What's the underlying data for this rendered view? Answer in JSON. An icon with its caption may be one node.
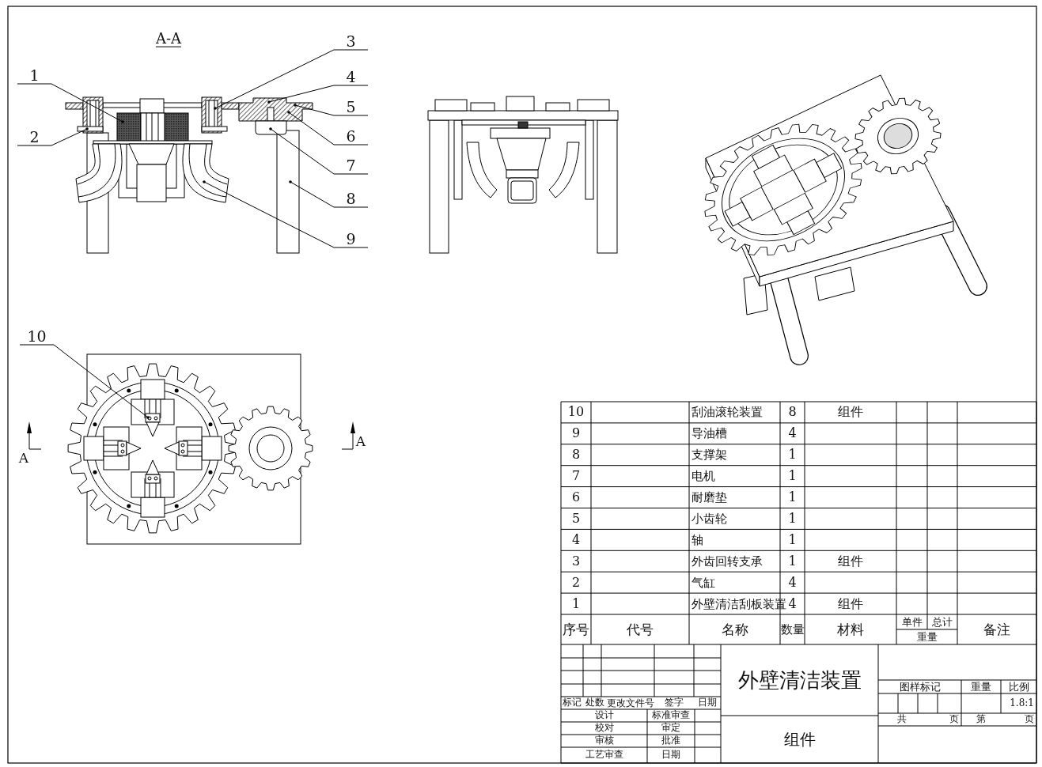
{
  "diagram": {
    "nodes": [
      {
        "text": [
          "1"
        ]
      },
      {
        "text": [
          "2"
        ]
      },
      {
        "text": [
          "3"
        ]
      },
      {
        "text": [
          "4"
        ]
      },
      {
        "text": [
          "5"
        ]
      },
      {
        "text": [
          "6"
        ]
      },
      {
        "text": [
          "7"
        ]
      },
      {
        "text": [
          "8"
        ]
      },
      {
        "text": [
          "9"
        ]
      },
      {
        "text": [
          "10"
        ]
      }
    ],
    "edges": [
      {
        "from": 0,
        "to": null,
        "arrow": "other"
      },
      {
        "from": 1,
        "to": null,
        "arrow": "other"
      },
      {
        "from": 2,
        "to": null,
        "arrow": "other"
      },
      {
        "from": 3,
        "to": null,
        "arrow": "other"
      },
      {
        "from": 4,
        "to": null,
        "arrow": "other"
      },
      {
        "from": 5,
        "to": null,
        "arrow": "other"
      },
      {
        "from": 6,
        "to": null,
        "arrow": "other"
      },
      {
        "from": 7,
        "to": null,
        "arrow": "other"
      },
      {
        "from": 8,
        "to": null,
        "arrow": "other"
      },
      {
        "from": 9,
        "to": null,
        "arrow": "other"
      }
    ],
    "labels": [
      "A-A",
      "A",
      "A",
      "10",
      "刮油滚轮装置",
      "8",
      "组件",
      "9",
      "导油槽",
      "4",
      "8",
      "支撑架",
      "1",
      "7",
      "电机",
      "1",
      "6",
      "耐磨垫",
      "1",
      "5",
      "小齿轮",
      "1",
      "4",
      "轴",
      "1",
      "3",
      "外齿回转支承",
      "1",
      "组件",
      "2",
      "气缸",
      "4",
      "1",
      "外壁清洁刮板装置",
      "4",
      "组件",
      "序号",
      "代号",
      "名称",
      "数量",
      "材料",
      "单件",
      "总计",
      "重量",
      "备注",
      "外壁清洁装置",
      "图样标记",
      "重量",
      "比例",
      "标记",
      "处数",
      "更改文件号",
      "签字",
      "日期",
      "1.8:1",
      "设计",
      "标准审查",
      "共",
      "页",
      "第",
      "页",
      "校对",
      "审定",
      "组件",
      "审核",
      "批准",
      "工艺审查",
      "日期"
    ]
  }
}
